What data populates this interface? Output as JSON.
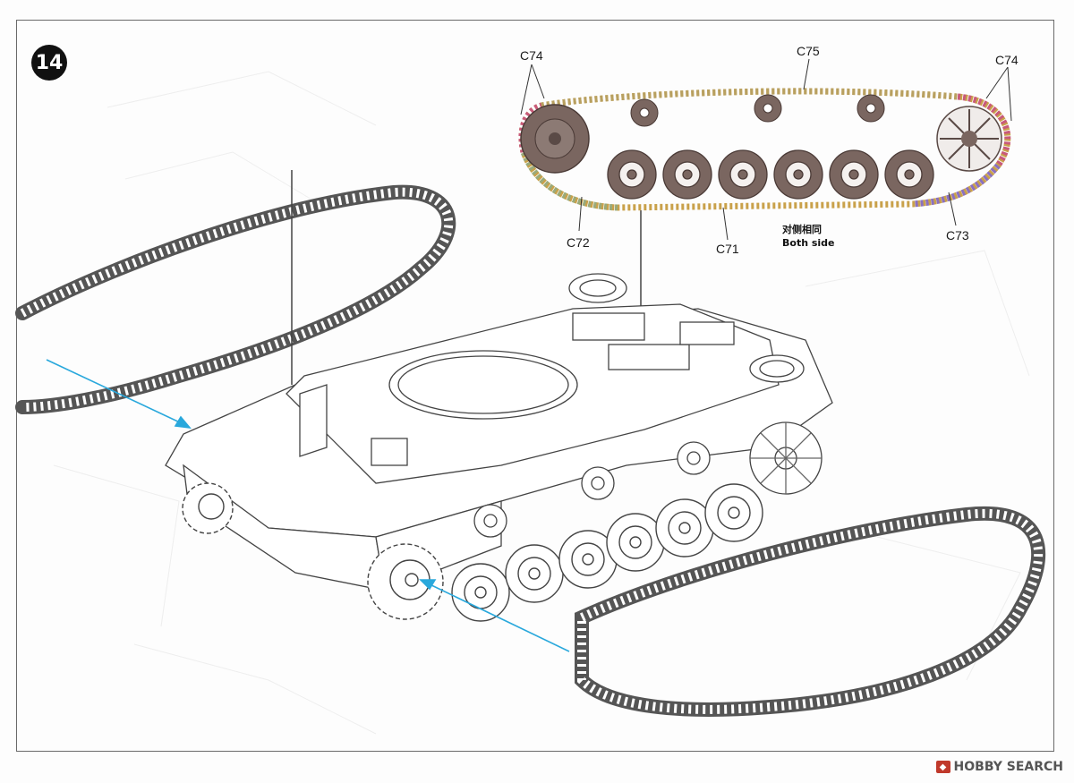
{
  "step": {
    "number": "14"
  },
  "callouts": {
    "c74_left": "C74",
    "c75": "C75",
    "c74_right": "C74",
    "c72": "C72",
    "c71": "C71",
    "c73": "C73"
  },
  "note": {
    "line1": "对侧相同",
    "line2": "Both side"
  },
  "watermark": {
    "brand": "HOBBY SEARCH"
  },
  "colors": {
    "c71": "#c9a14a",
    "c72": "#9aaa7a",
    "c73": "#8a70c0",
    "c74": "#c85a7a",
    "c75": "#b8a060",
    "arrow": "#29a8dc",
    "wheel": "#7a6660"
  }
}
